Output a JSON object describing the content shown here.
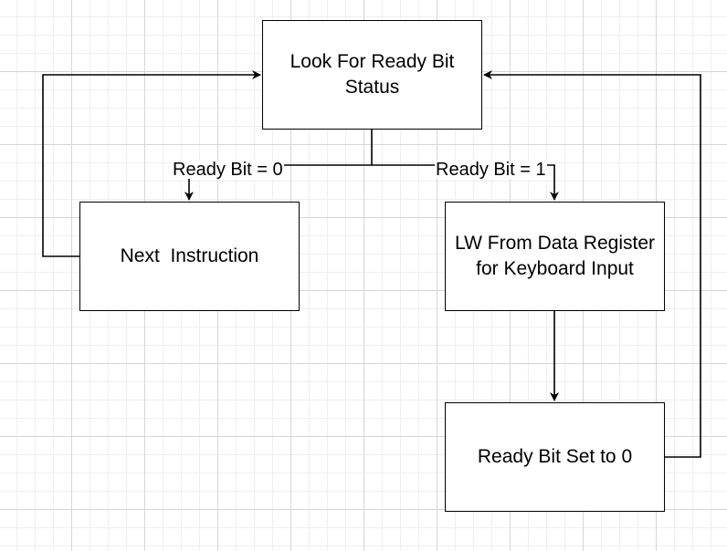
{
  "diagram": {
    "nodes": {
      "look": {
        "label": "Look For Ready Bit Status"
      },
      "next": {
        "label": "Next  Instruction"
      },
      "lw": {
        "label": "LW From Data Register for Keyboard Input"
      },
      "ready_set": {
        "label": "Ready Bit Set to 0"
      }
    },
    "edges": {
      "look_to_next": {
        "label": "Ready Bit = 0"
      },
      "look_to_lw": {
        "label": "Ready Bit = 1"
      }
    },
    "colors": {
      "stroke": "#000000",
      "fill": "#ffffff",
      "grid_major": "#d6d6d6",
      "grid_minor": "#efefef"
    }
  }
}
